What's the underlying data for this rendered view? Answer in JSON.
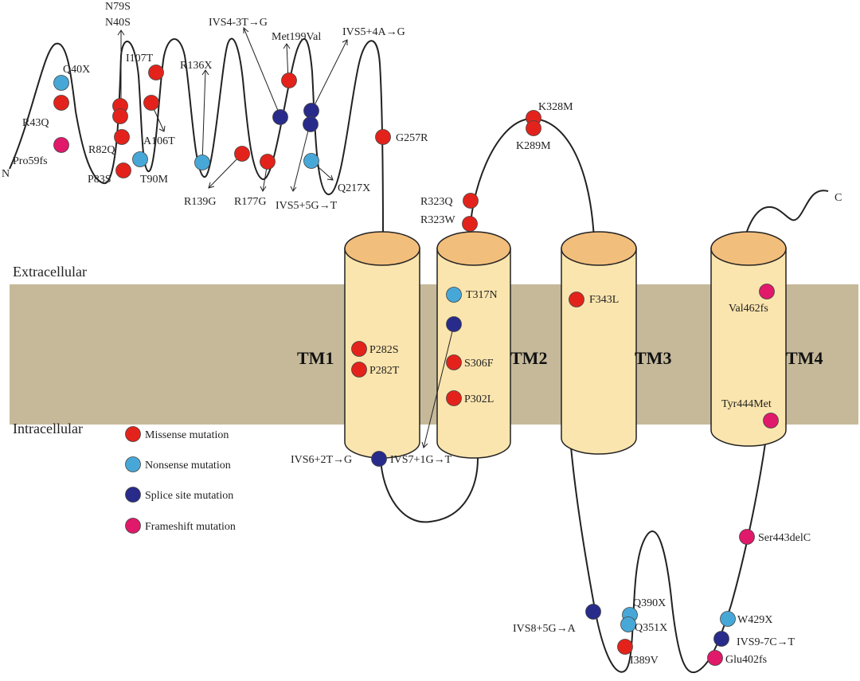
{
  "regions": {
    "extracellular": "Extracellular",
    "intracellular": "Intracellular"
  },
  "termini": {
    "n": "N",
    "c": "C"
  },
  "helices": [
    "TM1",
    "TM2",
    "TM3",
    "TM4"
  ],
  "legend": [
    {
      "label": "Missense mutation",
      "color": "#e3231b"
    },
    {
      "label": "Nonsense mutation",
      "color": "#47a8d8"
    },
    {
      "label": "Splice site mutation",
      "color": "#282b8a"
    },
    {
      "label": "Frameshift mutation",
      "color": "#e0196b"
    }
  ],
  "colors": {
    "missense": "#e3231b",
    "nonsense": "#47a8d8",
    "splice": "#282b8a",
    "frameshift": "#e0196b",
    "membrane": "#c6b99a",
    "cylinder_body": "#fbe5ae",
    "cylinder_top": "#f2be7c"
  },
  "mutations": [
    "Q40X",
    "R43Q",
    "Pro59fs",
    "N79S",
    "N40S",
    "I107T",
    "R82Q",
    "A106T",
    "P83S",
    "T90M",
    "IVS4-3T→G",
    "R136X",
    "Met199Val",
    "IVS5+4A→G",
    "R139G",
    "R177G",
    "IVS5+5G→T",
    "Q217X",
    "G257R",
    "K328M",
    "K289M",
    "R323Q",
    "R323W",
    "T317N",
    "S306F",
    "P302L",
    "P282S",
    "P282T",
    "F343L",
    "Val462fs",
    "Tyr444Met",
    "IVS6+2T→G",
    "IVS7+1G→T",
    "Ser443delC",
    "Q390X",
    "Q351X",
    "W429X",
    "IVS8+5G→A",
    "IVS9-7C→T",
    "I389V",
    "Glu402fs"
  ]
}
